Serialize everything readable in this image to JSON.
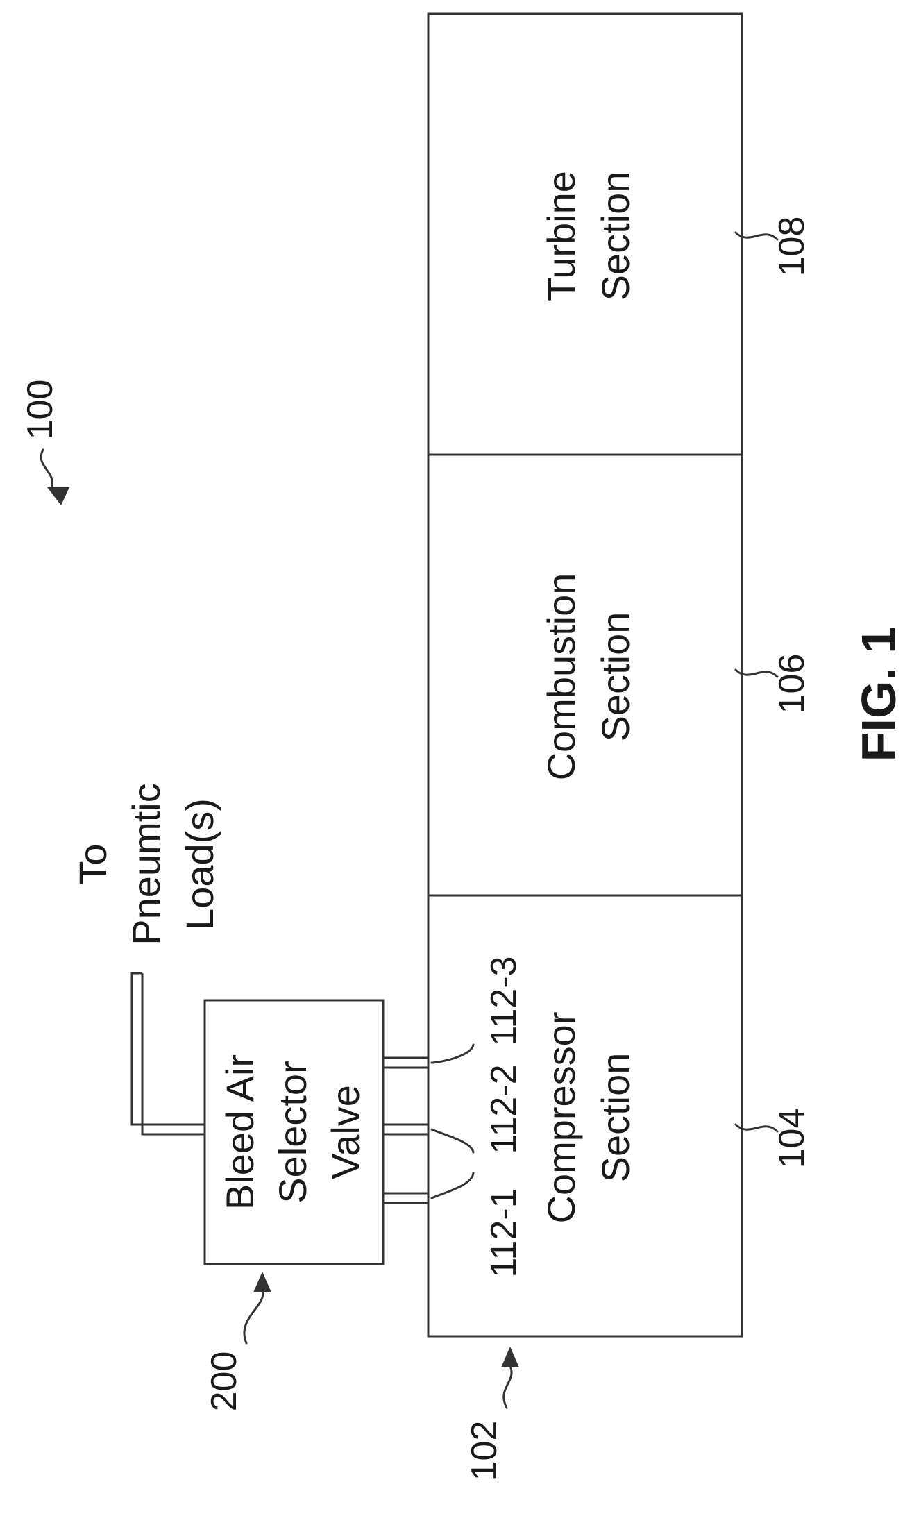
{
  "figure": {
    "caption": "FIG. 1",
    "system_ref": "100"
  },
  "engine": {
    "ref": "102",
    "sections": [
      {
        "id": "compressor",
        "lines": [
          "Compressor",
          "Section"
        ],
        "ref": "104"
      },
      {
        "id": "combustion",
        "lines": [
          "Combustion",
          "Section"
        ],
        "ref": "106"
      },
      {
        "id": "turbine",
        "lines": [
          "Turbine",
          "Section"
        ],
        "ref": "108"
      }
    ]
  },
  "valve": {
    "ref": "200",
    "lines": [
      "Bleed Air",
      "Selector",
      "Valve"
    ]
  },
  "pneumatic_load": {
    "lines": [
      "To",
      "Pneumtic",
      "Load(s)"
    ]
  },
  "bleed_ports": [
    {
      "ref": "112-1"
    },
    {
      "ref": "112-2"
    },
    {
      "ref": "112-3"
    }
  ]
}
